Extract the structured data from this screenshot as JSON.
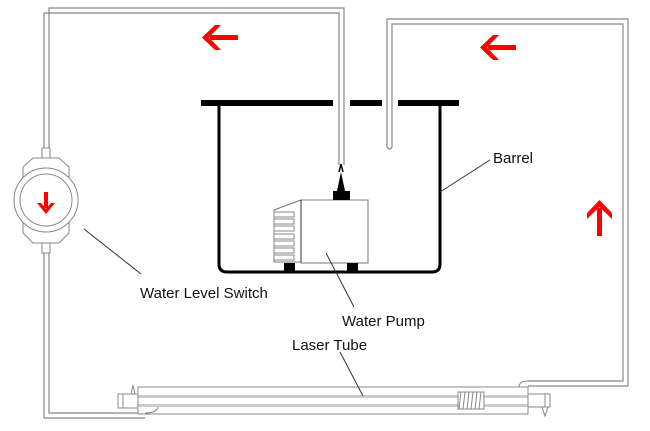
{
  "diagram": {
    "title": "Laser tube water cooling circulation",
    "labels": {
      "barrel": "Barrel",
      "water_level_switch": "Water Level Switch",
      "water_pump": "Water Pump",
      "laser_tube": "Laser Tube"
    },
    "flow_arrows": [
      {
        "name": "flow-arrow-top-left",
        "direction": "left"
      },
      {
        "name": "flow-arrow-top-right",
        "direction": "left"
      },
      {
        "name": "flow-arrow-right",
        "direction": "up"
      },
      {
        "name": "flow-arrow-switch",
        "direction": "down"
      }
    ],
    "colors": {
      "arrow": "#ff0000",
      "barrel": "#000000",
      "pipe": "#888888"
    }
  }
}
